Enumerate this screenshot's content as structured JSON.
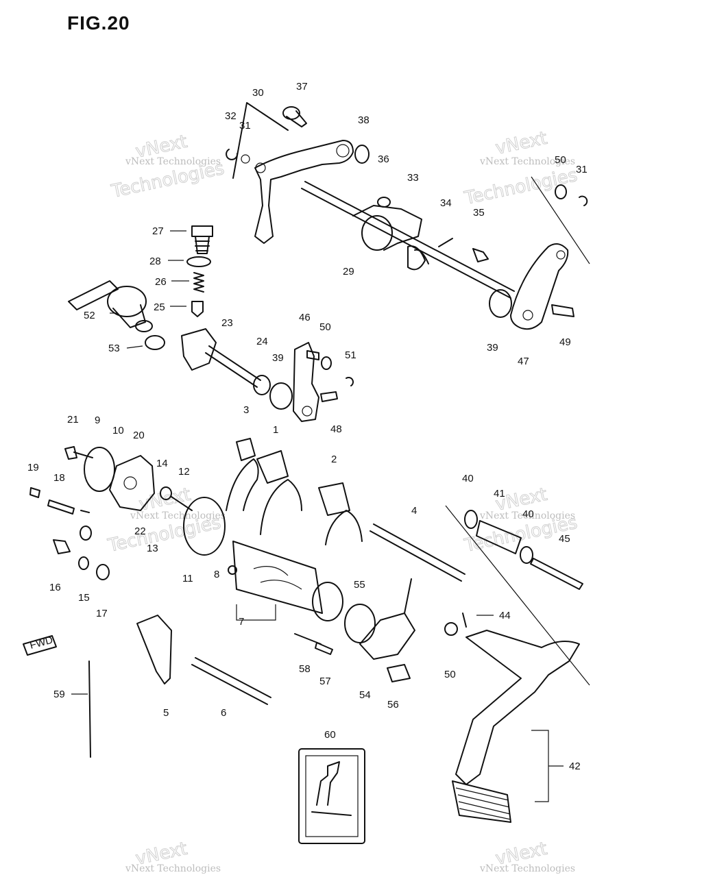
{
  "figure": {
    "title": "FIG.20"
  },
  "watermark": {
    "line1": "vNext",
    "line2": "Technologies",
    "small": "vNext Technologies"
  },
  "decal": {
    "label": "60"
  },
  "direction_tag": {
    "text": "FWD"
  },
  "callouts": [
    {
      "id": "1",
      "text": "1"
    },
    {
      "id": "2",
      "text": "2"
    },
    {
      "id": "3",
      "text": "3"
    },
    {
      "id": "4",
      "text": "4"
    },
    {
      "id": "5",
      "text": "5"
    },
    {
      "id": "6",
      "text": "6"
    },
    {
      "id": "7",
      "text": "7"
    },
    {
      "id": "8",
      "text": "8"
    },
    {
      "id": "9",
      "text": "9"
    },
    {
      "id": "10",
      "text": "10"
    },
    {
      "id": "11",
      "text": "11"
    },
    {
      "id": "12",
      "text": "12"
    },
    {
      "id": "13",
      "text": "13"
    },
    {
      "id": "14",
      "text": "14"
    },
    {
      "id": "15",
      "text": "15"
    },
    {
      "id": "16",
      "text": "16"
    },
    {
      "id": "17",
      "text": "17"
    },
    {
      "id": "18",
      "text": "18"
    },
    {
      "id": "19",
      "text": "19"
    },
    {
      "id": "20",
      "text": "20"
    },
    {
      "id": "21",
      "text": "21"
    },
    {
      "id": "22",
      "text": "22"
    },
    {
      "id": "23",
      "text": "23"
    },
    {
      "id": "24",
      "text": "24"
    },
    {
      "id": "25",
      "text": "25"
    },
    {
      "id": "26",
      "text": "26"
    },
    {
      "id": "27",
      "text": "27"
    },
    {
      "id": "28",
      "text": "28"
    },
    {
      "id": "29",
      "text": "29"
    },
    {
      "id": "30",
      "text": "30"
    },
    {
      "id": "31a",
      "text": "31"
    },
    {
      "id": "31b",
      "text": "31"
    },
    {
      "id": "32",
      "text": "32"
    },
    {
      "id": "33",
      "text": "33"
    },
    {
      "id": "34",
      "text": "34"
    },
    {
      "id": "35",
      "text": "35"
    },
    {
      "id": "36",
      "text": "36"
    },
    {
      "id": "37",
      "text": "37"
    },
    {
      "id": "38",
      "text": "38"
    },
    {
      "id": "39a",
      "text": "39"
    },
    {
      "id": "39b",
      "text": "39"
    },
    {
      "id": "40a",
      "text": "40"
    },
    {
      "id": "40b",
      "text": "40"
    },
    {
      "id": "41",
      "text": "41"
    },
    {
      "id": "42",
      "text": "42"
    },
    {
      "id": "44",
      "text": "44"
    },
    {
      "id": "45",
      "text": "45"
    },
    {
      "id": "46",
      "text": "46"
    },
    {
      "id": "47",
      "text": "47"
    },
    {
      "id": "48",
      "text": "48"
    },
    {
      "id": "49",
      "text": "49"
    },
    {
      "id": "50a",
      "text": "50"
    },
    {
      "id": "50b",
      "text": "50"
    },
    {
      "id": "50c",
      "text": "50"
    },
    {
      "id": "51",
      "text": "51"
    },
    {
      "id": "52",
      "text": "52"
    },
    {
      "id": "53",
      "text": "53"
    },
    {
      "id": "54",
      "text": "54"
    },
    {
      "id": "55",
      "text": "55"
    },
    {
      "id": "56",
      "text": "56"
    },
    {
      "id": "57",
      "text": "57"
    },
    {
      "id": "58",
      "text": "58"
    },
    {
      "id": "59",
      "text": "59"
    }
  ]
}
